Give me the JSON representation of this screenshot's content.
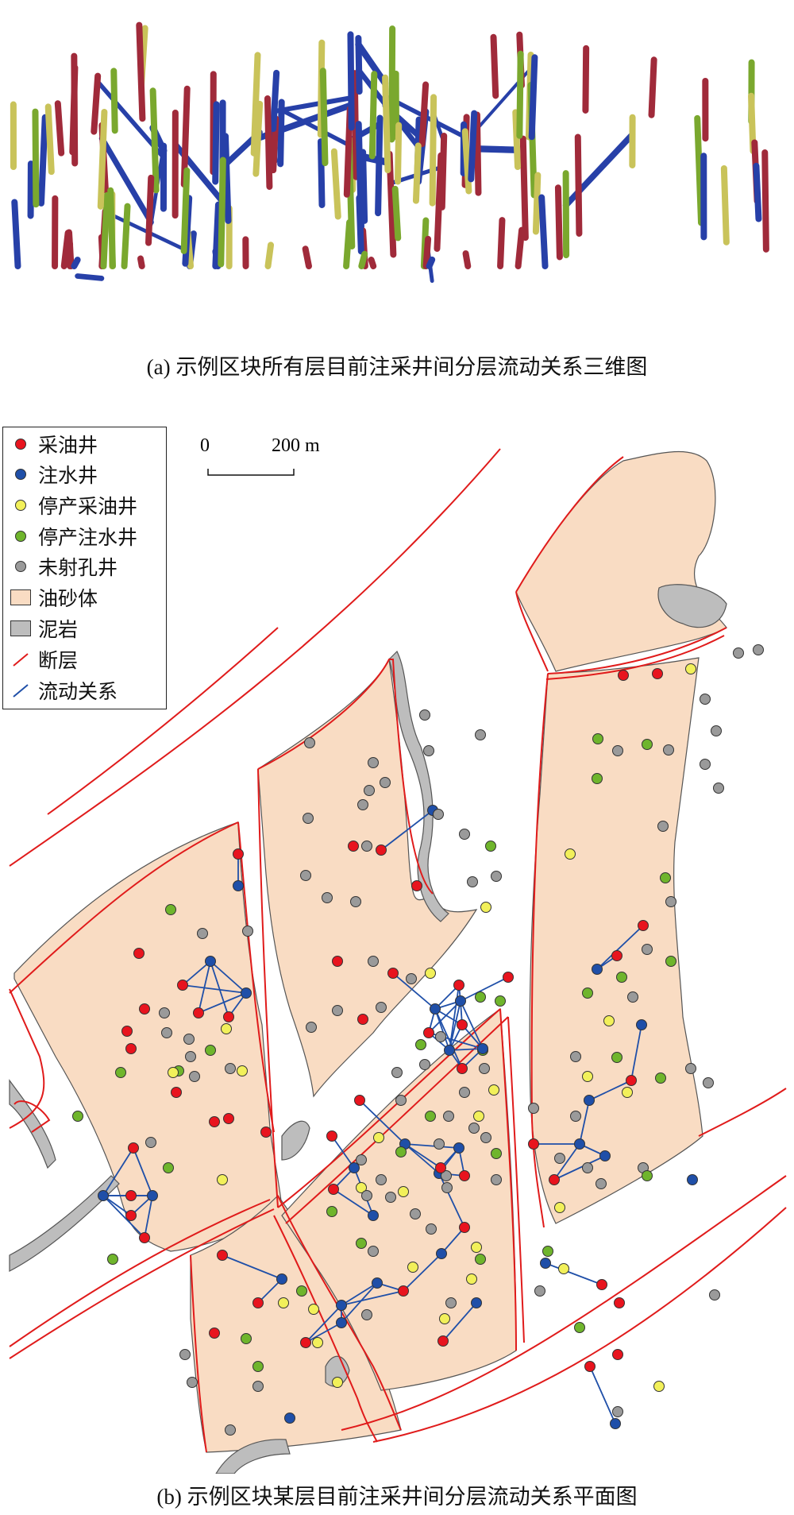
{
  "captions": {
    "panel_a": "(a) 示例区块所有层目前注采井间分层流动关系三维图",
    "panel_b": "(b) 示例区块某层目前注采井间分层流动关系平面图"
  },
  "legend": {
    "items": [
      {
        "label": "采油井",
        "kind": "dot",
        "color": "#e8141e"
      },
      {
        "label": "注水井",
        "kind": "dot",
        "color": "#1f4fa8"
      },
      {
        "label": "停产采油井",
        "kind": "dot",
        "color": "#f2f05a"
      },
      {
        "label": "停产注水井",
        "kind": "dot",
        "color": "#6fb52c"
      },
      {
        "label": "未射孔井",
        "kind": "dot",
        "color": "#9a9a9a"
      },
      {
        "label": "油砂体",
        "kind": "swatch",
        "color": "#f9dcc3"
      },
      {
        "label": "泥岩",
        "kind": "swatch",
        "color": "#bdbdbd"
      },
      {
        "label": "断层",
        "kind": "line",
        "color": "#e01b1b"
      },
      {
        "label": "流动关系",
        "kind": "line",
        "color": "#1f4fa8"
      }
    ]
  },
  "scalebar": {
    "zero": "0",
    "length_label": "200 m"
  },
  "colors": {
    "producer": "#e8141e",
    "injector": "#1f4fa8",
    "shut_producer": "#f2f05a",
    "shut_injector": "#6fb52c",
    "unperforated": "#9a9a9a",
    "sand": "#f9dcc3",
    "mudstone": "#bdbdbd",
    "fault": "#e01b1b",
    "flow": "#1f4fa8",
    "well3d_red": "#a02a3a",
    "well3d_green": "#7aa82e",
    "well3d_yellow": "#c9c35a",
    "well3d_blue": "#2740a8"
  }
}
